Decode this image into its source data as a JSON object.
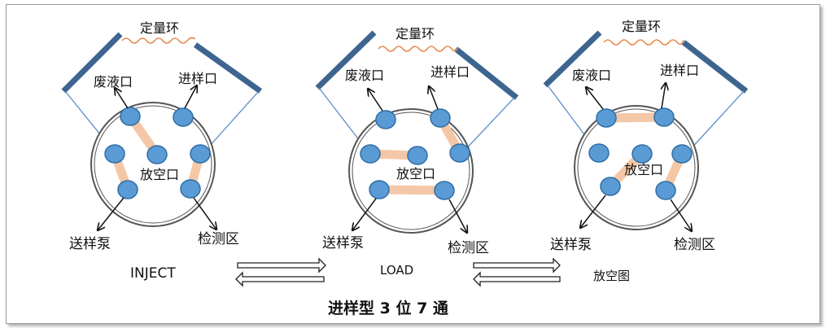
{
  "labels": {
    "loop": "定量环",
    "waste": "废液口",
    "inlet": "进样口",
    "vent": "放空口",
    "pump": "送样泵",
    "detector": "检测区"
  },
  "states": {
    "inject": "INJECT",
    "load": "LOAD",
    "vent_view": "放空图"
  },
  "caption": "进样型 3 位 7 通",
  "colors": {
    "port_fill": "#5b9bd5",
    "port_stroke": "#2e6ea6",
    "channel": "#f4c7a6",
    "loop_bar": "#3d6590",
    "loop_coil": "#e8884a"
  }
}
